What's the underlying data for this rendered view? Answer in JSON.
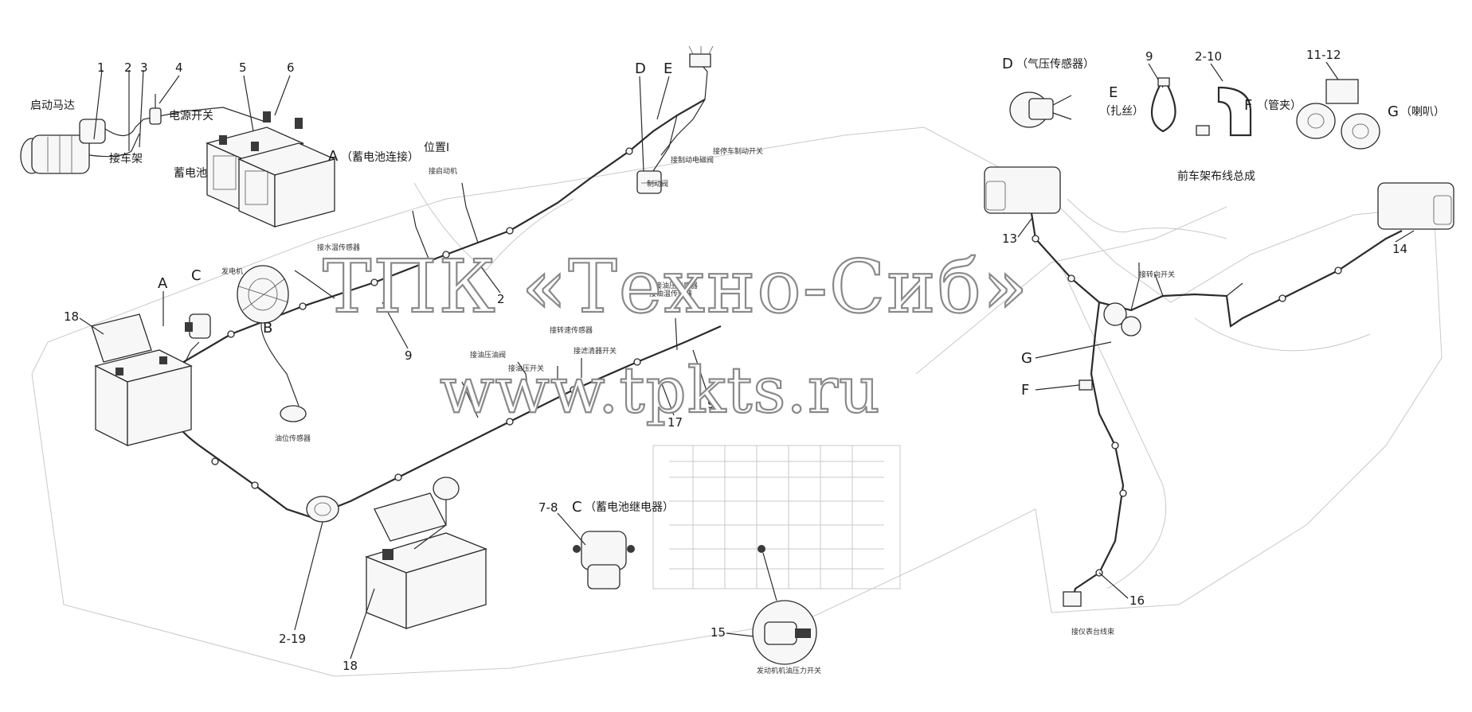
{
  "labels": {
    "starter_motor": "启动马达",
    "power_switch": "电源开关",
    "frame_ground": "接车架",
    "battery": "蓄电池",
    "battery_connection": "（蓄电池连接）",
    "position_1": "位置Ⅰ",
    "to_starter": "接启动机",
    "alternator": "发电机",
    "water_temp_sensor": "接水温传感器",
    "brake_valve": "制动阀",
    "park_brake_valve": "接制动电磁阀",
    "park_brake_switch": "接停车制动开关",
    "trans_temp_sensor": "接油温传感器",
    "trans_pressure_sensor": "接油压传感器",
    "speed_sensor": "接转速传感器",
    "filter_switch": "接滤清器开关",
    "pressure_switch": "接油压开关",
    "oil_pressure_valve": "接油压油阀",
    "oil_level_sensor": "油位传感器",
    "battery_relay_title": "（蓄电池继电器）",
    "engine_oil_pressure_switch": "发动机机油压力开关",
    "air_pressure_sensor": "（气压传感器）",
    "cable_tie": "（扎丝）",
    "pipe_clamp": "（管夹）",
    "horn": "（喇叭）",
    "front_frame_harness": "前车架布线总成",
    "to_steering_switch": "接转向开关",
    "to_dashboard": "接仪表台线束"
  },
  "letters": {
    "A": "A",
    "B": "B",
    "C": "C",
    "D": "D",
    "E": "E",
    "F": "F",
    "G": "G"
  },
  "callouts": {
    "n1": "1",
    "n2": "2",
    "n3": "3",
    "n4": "4",
    "n5": "5",
    "n6": "6",
    "n7_8": "7-8",
    "n9": "9",
    "n2_10": "2-10",
    "n11_12": "11-12",
    "n13": "13",
    "n14": "14",
    "n15": "15",
    "n16": "16",
    "n17": "17",
    "n18": "18",
    "n2_19": "2-19"
  },
  "watermark": {
    "line1": "ТПК «Техно-Сиб»",
    "line2": "www.tpkts.ru"
  }
}
